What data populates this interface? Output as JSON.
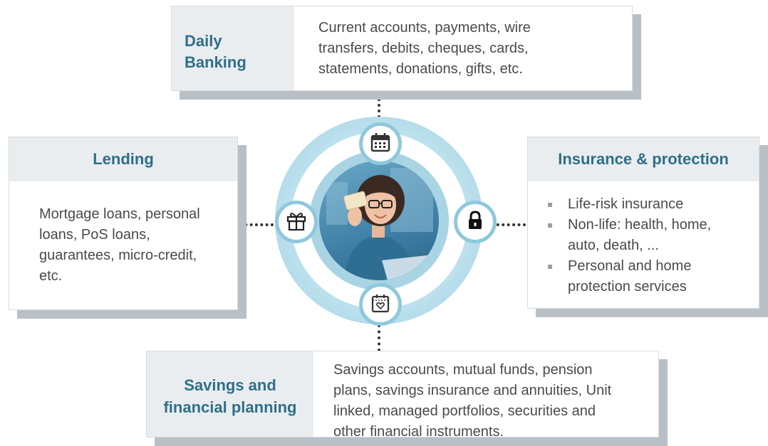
{
  "daily_banking": {
    "title_line1": "Daily",
    "title_line2": "Banking",
    "lines": [
      "Current accounts, payments, wire",
      "transfers, debits, cheques, cards,",
      "statements, donations, gifts, etc."
    ]
  },
  "lending": {
    "title": "Lending",
    "lines": [
      "Mortgage loans, personal",
      "loans, PoS loans,",
      "guarantees, micro-credit,",
      "etc."
    ]
  },
  "insurance": {
    "title": "Insurance & protection",
    "items": [
      [
        "Life-risk insurance"
      ],
      [
        "Non-life: health, home,",
        "auto, death, ..."
      ],
      [
        "Personal and home",
        "protection services"
      ]
    ]
  },
  "savings": {
    "title_line1": "Savings and",
    "title_line2": "financial planning",
    "lines": [
      "Savings accounts, mutual funds, pension",
      "plans, savings insurance and annuities, Unit",
      "linked, managed portfolios, securities and",
      "other financial instruments."
    ]
  },
  "icons": {
    "top": "calendar-icon",
    "left": "gift-icon",
    "right": "lock-icon",
    "bottom": "heart-calendar-icon",
    "center": "woman-with-card-photo"
  },
  "colors": {
    "accent": "#2f6f88",
    "header_bg": "#e9edf0",
    "ring": "#a9d4e4"
  }
}
